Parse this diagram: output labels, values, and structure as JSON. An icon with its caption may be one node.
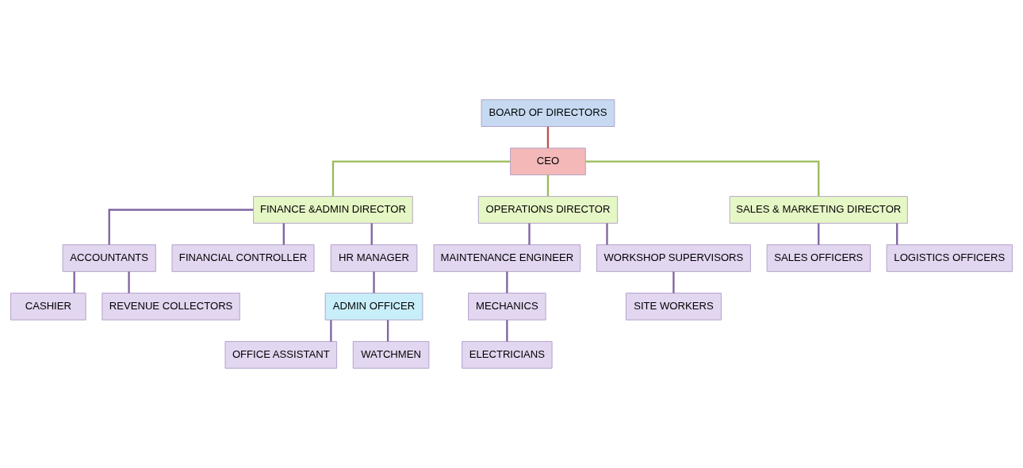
{
  "diagram": {
    "nodes": [
      {
        "text": [
          "BOARD OF DIRECTORS"
        ]
      },
      {
        "text": [
          "CEO"
        ]
      },
      {
        "text": [
          "FINANCE &ADMIN DIRECTOR"
        ]
      },
      {
        "text": [
          "OPERATIONS DIRECTOR"
        ]
      },
      {
        "text": [
          "SALES & MARKETING DIRECTOR"
        ]
      },
      {
        "text": [
          "ACCOUNTANTS"
        ]
      },
      {
        "text": [
          "FINANCIAL CONTROLLER"
        ]
      },
      {
        "text": [
          "HR MANAGER"
        ]
      },
      {
        "text": [
          "CASHIER"
        ]
      },
      {
        "text": [
          "REVENUE COLLECTORS"
        ]
      },
      {
        "text": [
          "ADMIN OFFICER"
        ]
      },
      {
        "text": [
          "OFFICE ASSISTANT"
        ]
      },
      {
        "text": [
          "WATCHMEN"
        ]
      },
      {
        "text": [
          "MAINTENANCE ENGINEER"
        ]
      },
      {
        "text": [
          "WORKSHOP SUPERVISORS"
        ]
      },
      {
        "text": [
          "MECHANICS"
        ]
      },
      {
        "text": [
          "ELECTRICIANS"
        ]
      },
      {
        "text": [
          "SITE WORKERS"
        ]
      },
      {
        "text": [
          "SALES OFFICERS"
        ]
      },
      {
        "text": [
          "LOGISTICS OFFICERS"
        ]
      }
    ],
    "edges": [
      {
        "from": 0,
        "to": 1,
        "arrow": "none",
        "color": "#c0504d"
      },
      {
        "from": 1,
        "to": 2,
        "arrow": "none",
        "color": "#9bbb59"
      },
      {
        "from": 1,
        "to": 3,
        "arrow": "none",
        "color": "#9bbb59"
      },
      {
        "from": 1,
        "to": 4,
        "arrow": "none",
        "color": "#9bbb59"
      },
      {
        "from": 2,
        "to": 5,
        "arrow": "none"
      },
      {
        "from": 2,
        "to": 6,
        "arrow": "none"
      },
      {
        "from": 2,
        "to": 7,
        "arrow": "none"
      },
      {
        "from": 5,
        "to": 8,
        "arrow": "none"
      },
      {
        "from": 5,
        "to": 9,
        "arrow": "none"
      },
      {
        "from": 7,
        "to": 10,
        "arrow": "none"
      },
      {
        "from": 10,
        "to": 11,
        "arrow": "none"
      },
      {
        "from": 10,
        "to": 12,
        "arrow": "none"
      },
      {
        "from": 3,
        "to": 13,
        "arrow": "none"
      },
      {
        "from": 3,
        "to": 14,
        "arrow": "none"
      },
      {
        "from": 13,
        "to": 15,
        "arrow": "none"
      },
      {
        "from": 15,
        "to": 16,
        "arrow": "none"
      },
      {
        "from": 14,
        "to": 17,
        "arrow": "none"
      },
      {
        "from": 4,
        "to": 18,
        "arrow": "none"
      },
      {
        "from": 4,
        "to": 19,
        "arrow": "none"
      }
    ]
  }
}
